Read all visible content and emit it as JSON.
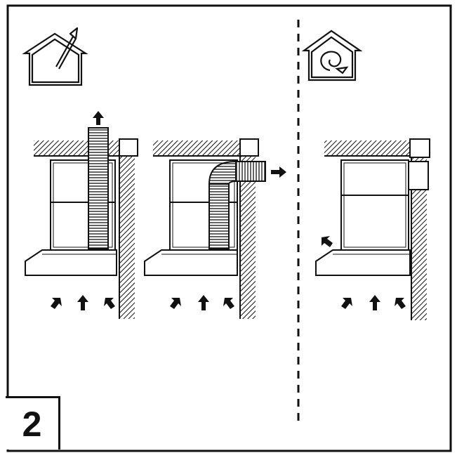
{
  "figure": {
    "step_number": "2"
  },
  "panels": [
    {
      "mode": "ducted",
      "icon": "house-exhaust-icon"
    },
    {
      "mode": "ducted-side",
      "icon": "house-exhaust-icon"
    },
    {
      "mode": "recirculation",
      "icon": "house-recirculation-icon"
    }
  ],
  "colors": {
    "ink": "#111111",
    "background": "#ffffff"
  }
}
